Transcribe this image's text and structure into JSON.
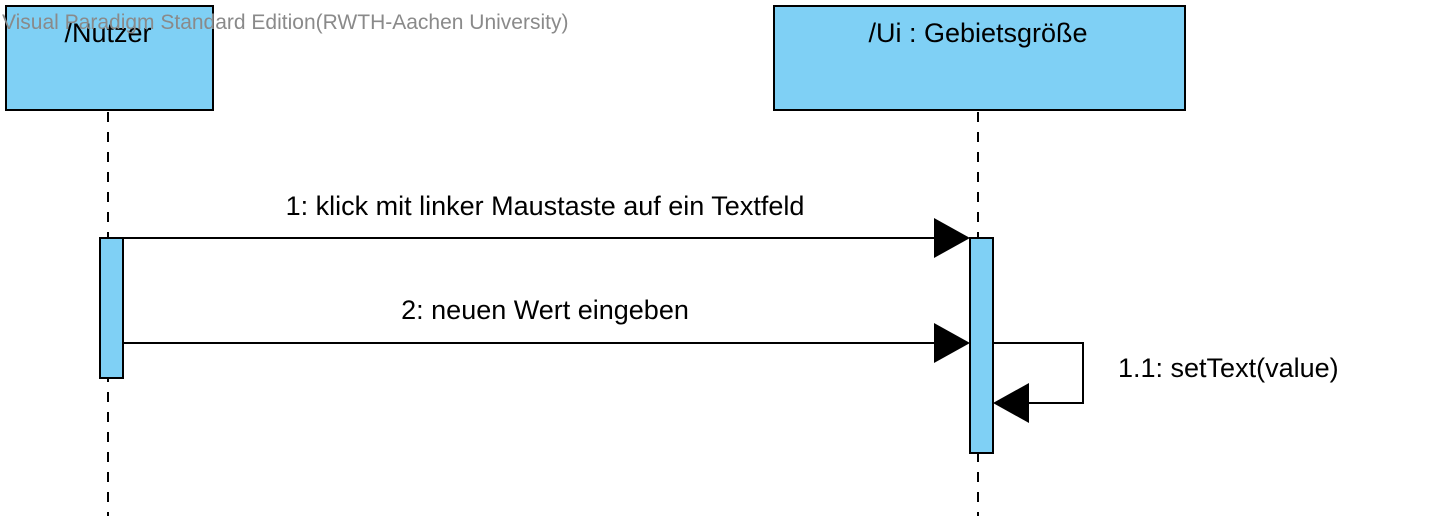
{
  "watermark": "Visual Paradigm Standard Edition(RWTH-Aachen University)",
  "colors": {
    "box_fill": "#7fd0f5",
    "line": "#000000",
    "watermark": "#8a8a8a"
  },
  "lifelines": [
    {
      "label": "/Nutzer"
    },
    {
      "label": "/Ui : Gebietsgröße"
    }
  ],
  "messages": [
    {
      "label": "1: klick mit linker Maustaste auf ein Textfeld"
    },
    {
      "label": "2: neuen Wert eingeben"
    },
    {
      "label": "1.1: setText(value)"
    }
  ]
}
